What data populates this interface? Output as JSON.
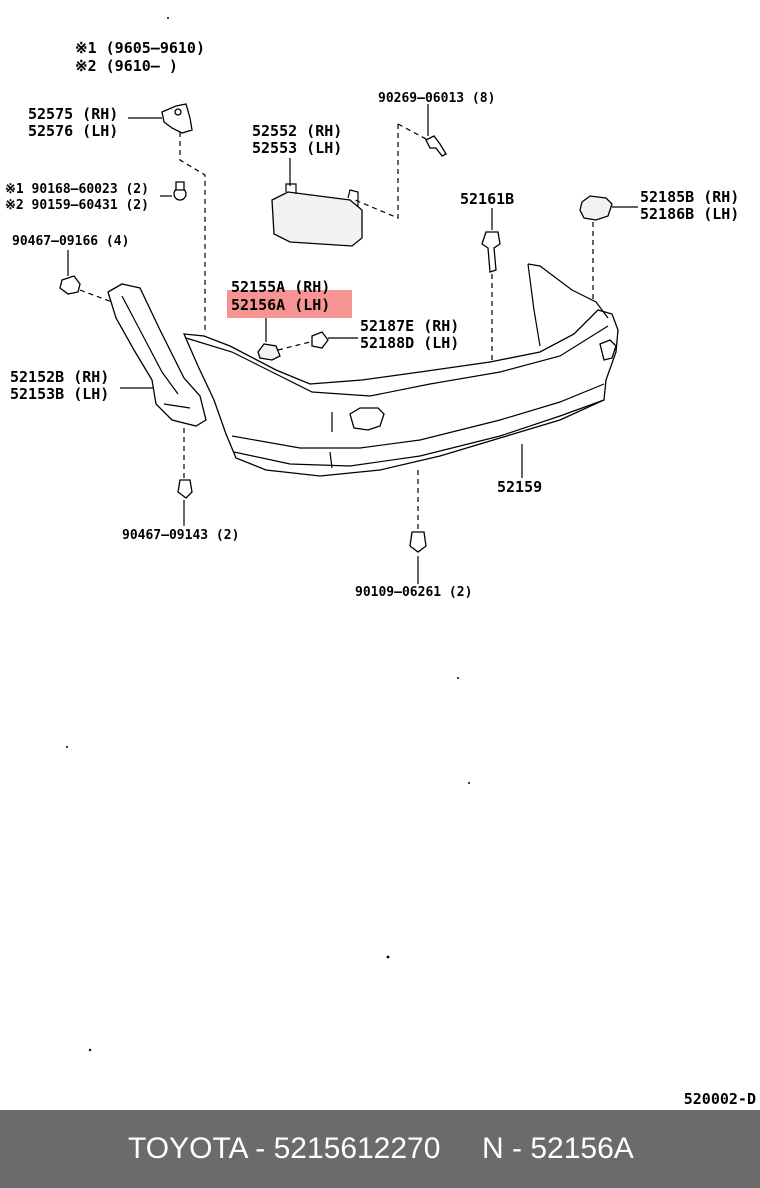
{
  "notes": {
    "n1": "※1 (9605–9610)",
    "n2": "※2 (9610–    )"
  },
  "labels": {
    "p52575": "52575 (RH)",
    "p52576": "52576 (LH)",
    "p52552": "52552 (RH)",
    "p52553": "52553 (LH)",
    "p90269": "90269–06013 (8)",
    "p90168": "※1 90168–60023 (2)",
    "p90159": "※2 90159–60431 (2)",
    "p52161B": "52161B",
    "p52185B": "52185B (RH)",
    "p52186B": "52186B (LH)",
    "p90467a": "90467–09166 (4)",
    "p52155A": "52155A (RH)",
    "p52156A": "52156A (LH)",
    "p52187E": "52187E (RH)",
    "p52188D": "52188D (LH)",
    "p52152B": "52152B (RH)",
    "p52153B": "52153B (LH)",
    "p52159": "52159",
    "p90467b": "90467–09143 (2)",
    "p90109": "90109–06261 (2)"
  },
  "highlight_color": "#f48080",
  "diagram_code": "520002-D",
  "footer": {
    "left": "TOYOTA - 5215612270",
    "right": "N - 52156A",
    "background": "#6b6b6b"
  }
}
